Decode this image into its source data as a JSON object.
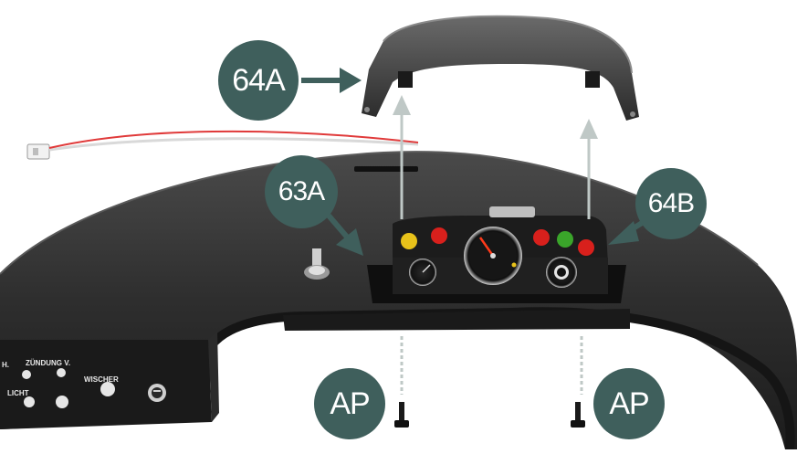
{
  "callouts": {
    "c64a": "64A",
    "c63a": "63A",
    "c64b": "64B",
    "ap_left": "AP",
    "ap_right": "AP"
  },
  "panel_labels": {
    "zundung": "ZÜNDUNG V.",
    "h": "H.",
    "licht": "LICHT",
    "wischer": "WISCHER"
  },
  "colors": {
    "callout": "#3f5f5c",
    "dashboard": "#2a2a2a",
    "guide_line": "#bfc8c6",
    "lamp_yellow": "#e8c21a",
    "lamp_red": "#d8201c",
    "lamp_green": "#3aa52a",
    "wire_red": "#e03a3a"
  }
}
